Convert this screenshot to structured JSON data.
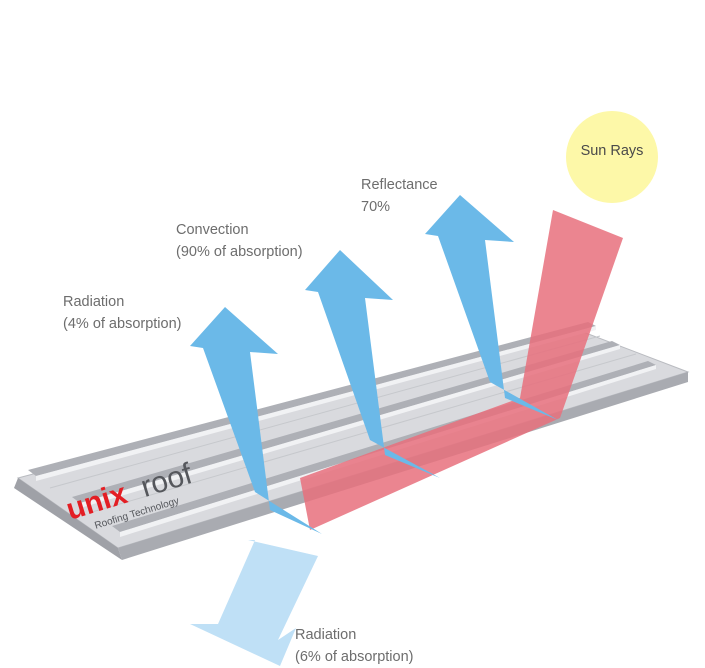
{
  "sun": {
    "label": "Sun Rays",
    "fill": "#fdf8a8"
  },
  "labels": {
    "reflectance": {
      "line1": "Reflectance",
      "line2": "70%"
    },
    "convection": {
      "line1": "Convection",
      "line2": "(90% of absorption)"
    },
    "radiation_top": {
      "line1": "Radiation",
      "line2": "(4% of absorption)"
    },
    "radiation_bottom": {
      "line1": "Radiation",
      "line2": "(6% of absorption)"
    }
  },
  "logo": {
    "brand_red": "unix",
    "brand_grey": "roof",
    "tagline": "Roofing Technology"
  },
  "colors": {
    "arrow_blue": "#6bb9e8",
    "arrow_light_blue": "#bfe0f6",
    "heat_red": "#e8707c",
    "sheet_grey": "#dcdde0",
    "brand_red": "#e31e24"
  }
}
